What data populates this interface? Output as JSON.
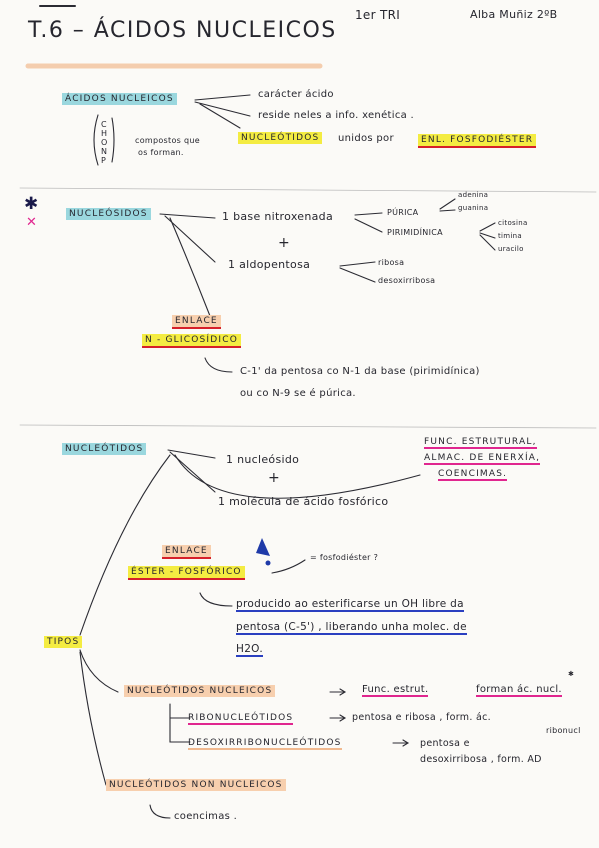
{
  "header": {
    "title": "T.6 – ÁCIDOS NUCLEICOS",
    "term": "1er TRI",
    "author": "Alba Muñiz 2ºB"
  },
  "section1": {
    "main": "ÁCIDOS NUCLEICOS",
    "branch1": "carácter ácido",
    "branch2": "reside neles a info. xenética .",
    "nucleotidos": "NUCLEÓTIDOS",
    "unidos_por": "unidos por",
    "enlace": "ENL. FOSFODIÉSTER",
    "elements": [
      "C",
      "H",
      "O",
      "N",
      "P"
    ],
    "compuestos": "compostos que",
    "os_forman": "os forman."
  },
  "section2": {
    "marker_star": "✱",
    "marker_cross": "✕",
    "main": "NUCLEÓSIDOS",
    "base": "1 base nitroxenada",
    "plus": "+",
    "pentosa": "1 aldopentosa",
    "purica": "PÚRICA",
    "adenina": "adenina",
    "guanina": "guanina",
    "pirimidinica": "PIRIMIDÍNICA",
    "citosina": "citosina",
    "timina": "timina",
    "uracilo": "uracilo",
    "ribosa": "ribosa",
    "desoxirribosa": "desoxirribosa",
    "enlace_label": "ENLACE",
    "enlace_type": "N - GLICOSÍDICO",
    "desc1": "C-1' da pentosa co N-1 da base (pirimidínica)",
    "desc2": "ou co N-9 se é púrica."
  },
  "section3": {
    "main": "NUCLEÓTIDOS",
    "nucleosido": "1 nucleósido",
    "plus": "+",
    "acido": "1 molécula de ácido fosfórico",
    "func1": "FUNC. ESTRUTURAL,",
    "func2": "ALMAC. DE ENERXÍA,",
    "func3": "COENCIMAS.",
    "enlace_label": "ENLACE",
    "enlace_type": "ÉSTER - FOSFÓRICO",
    "fosfodiester_q": "= fosfodiéster ?",
    "desc1": "producido ao esterificarse un OH libre da",
    "desc2": "pentosa (C-5') , liberando unha molec. de",
    "desc3": "H2O.",
    "tipos": "TIPOS",
    "nuc_nucleicos": "NUCLEÓTIDOS NUCLEICOS",
    "func_estrut": "Func. estrut.",
    "forman": "forman ác. nucl.",
    "ribo": "RIBONUCLEÓTIDOS",
    "ribo_desc": "pentosa e ribosa , form. ác.",
    "ribo_desc2": "ribonucl",
    "desoxi": "DESOXIRRIBONUCLEÓTIDOS",
    "desoxi_desc": "pentosa e",
    "desoxi_desc2": "desoxirribosa , form. AD",
    "nuc_non": "NUCLEÓTIDOS NON NUCLEICOS",
    "coencimas": "coencimas ."
  },
  "colors": {
    "highlight_blue": "#9ad7de",
    "highlight_yellow": "#f4ec42",
    "highlight_orange": "#f7cfae",
    "underline_red": "#d6202a",
    "underline_magenta": "#e0268f",
    "underline_blue": "#2a3fc0"
  }
}
